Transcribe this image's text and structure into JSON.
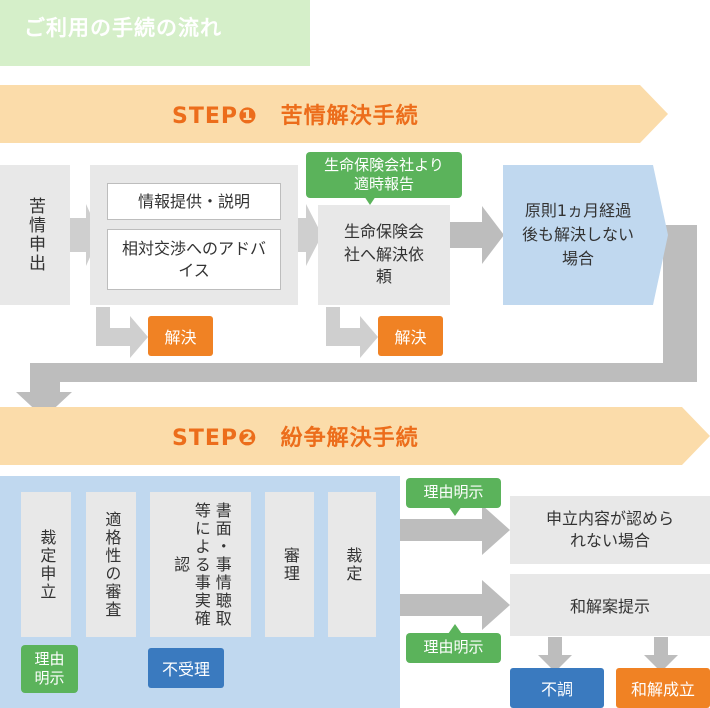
{
  "title": "ご利用の手続の流れ",
  "step1": {
    "label": "STEP❶　苦情解決手続",
    "start": "苦情申出",
    "info_box": "情報提供・説明",
    "advice_box": "相対交渉へのアドバイス",
    "insurer_notice": "生命保険会社より適時報告",
    "insurer_request": "生命保険会社へ解決依頼",
    "unresolved": "原則1ヵ月経過後も解決しない場合",
    "resolved_1": "解決",
    "resolved_2": "解決"
  },
  "step2": {
    "label": "STEP❷　紛争解決手続",
    "application": "裁定申立",
    "eligibility": "適格性の審査",
    "fact_check": "書面・事情聴取等による事実確認",
    "review": "審理",
    "decision": "裁定",
    "reason_tag_left": "理由明示",
    "rejected": "不受理",
    "reason_tag_top": "理由明示",
    "reason_tag_bottom": "理由明示",
    "not_accepted": "申立内容が認められない場合",
    "settlement_proposal": "和解案提示",
    "failure": "不調",
    "settled": "和解成立"
  },
  "colors": {
    "orange": "#f08224",
    "blue": "#3a7abf",
    "green": "#5bb35b",
    "light_blue": "#c0d8ef",
    "banner": "#fbdcaa",
    "grey": "#e8e8e8",
    "arrow_grey": "#bdbdbd"
  }
}
